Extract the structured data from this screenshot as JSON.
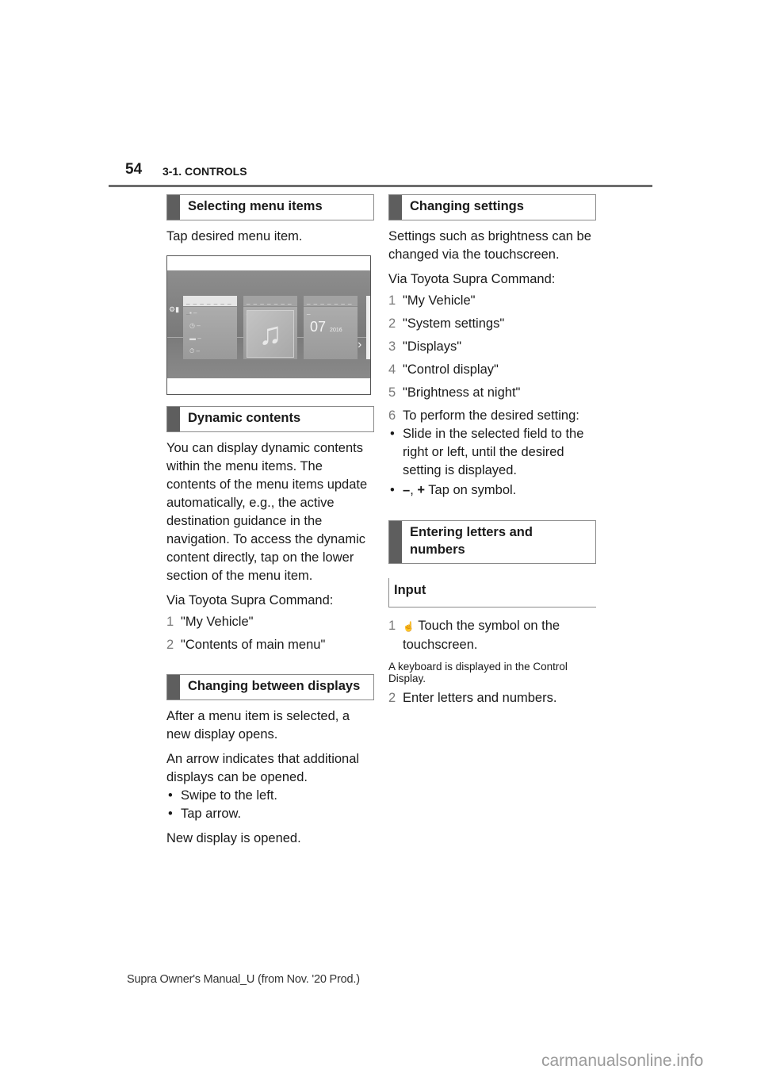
{
  "header": {
    "page_number": "54",
    "chapter": "3-1. CONTROLS"
  },
  "left_column": {
    "selecting_menu_items": {
      "title": "Selecting menu items",
      "text": "Tap desired menu item.",
      "illustration": {
        "card_music_icon": "♫",
        "card_date_day": "07",
        "card_date_year": "2016",
        "arrow": "›",
        "header_dashes": "_ _ _ _ _ _ _ _"
      }
    },
    "dynamic_contents": {
      "title": "Dynamic contents",
      "text": "You can display dynamic contents within the menu items. The contents of the menu items update automatically, e.g., the active destination guidance in the navigation. To access the dynamic content directly, tap on the lower section of the menu item.",
      "via": "Via Toyota Supra Command:",
      "steps": [
        {
          "n": "1",
          "text": "\"My Vehicle\""
        },
        {
          "n": "2",
          "text": "\"Contents of main menu\""
        }
      ]
    },
    "changing_displays": {
      "title": "Changing between displays",
      "text1": "After a menu item is selected, a new display opens.",
      "text2": "An arrow indicates that additional displays can be opened.",
      "bullets": [
        "Swipe to the left.",
        "Tap arrow."
      ],
      "text3": "New display is opened."
    }
  },
  "right_column": {
    "changing_settings": {
      "title": "Changing settings",
      "text": "Settings such as brightness can be changed via the touchscreen.",
      "via": "Via Toyota Supra Command:",
      "steps": [
        {
          "n": "1",
          "text": "\"My Vehicle\""
        },
        {
          "n": "2",
          "text": "\"System settings\""
        },
        {
          "n": "3",
          "text": "\"Displays\""
        },
        {
          "n": "4",
          "text": "\"Control display\""
        },
        {
          "n": "5",
          "text": "\"Brightness at night\""
        },
        {
          "n": "6",
          "text": "To perform the desired setting:"
        }
      ],
      "bullets": [
        "Slide in the selected field to the right or left, until the desired setting is displayed.",
        "Tap on symbol."
      ],
      "minus_symbol": "–",
      "plus_symbol": "+"
    },
    "entering": {
      "title": "Entering letters and numbers",
      "subtitle": "Input",
      "step1": {
        "n": "1",
        "text": "Touch the symbol on the touchscreen."
      },
      "note": "A keyboard is displayed in the Control Display.",
      "step2": {
        "n": "2",
        "text": "Enter letters and numbers."
      }
    }
  },
  "footer": {
    "text": "Supra Owner's Manual_U (from Nov. '20 Prod.)",
    "watermark": "carmanualsonline.info"
  }
}
